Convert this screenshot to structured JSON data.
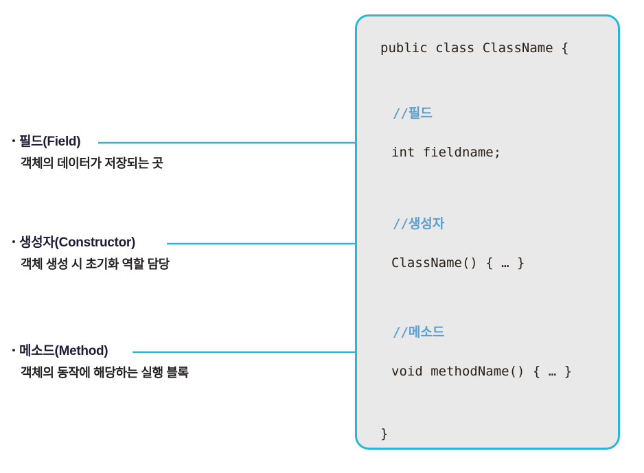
{
  "diagram": {
    "title": "Java class structure diagram",
    "accent_color": "#29b6d8",
    "comment_color": "#5b9fd0",
    "box_fill": "#e9e9e9",
    "text_color": "#201a35"
  },
  "annotations": [
    {
      "id": "field",
      "title": "필드(Field)",
      "subtitle": "객체의 데이터가 저장되는 곳"
    },
    {
      "id": "constructor",
      "title": "생성자(Constructor)",
      "subtitle": "객체 생성 시 초기화 역할 담당"
    },
    {
      "id": "method",
      "title": "메소드(Method)",
      "subtitle": "객체의 동작에 해당하는 실행 블록"
    }
  ],
  "code_box": {
    "class_declaration": "public class ClassName {",
    "comment_field": "//필드",
    "field_declaration": "int fieldname;",
    "comment_constructor": "//생성자",
    "constructor_declaration": "ClassName() { … }",
    "comment_method": "//메소드",
    "method_declaration": "void methodName() { … }",
    "closing_brace": "}"
  }
}
